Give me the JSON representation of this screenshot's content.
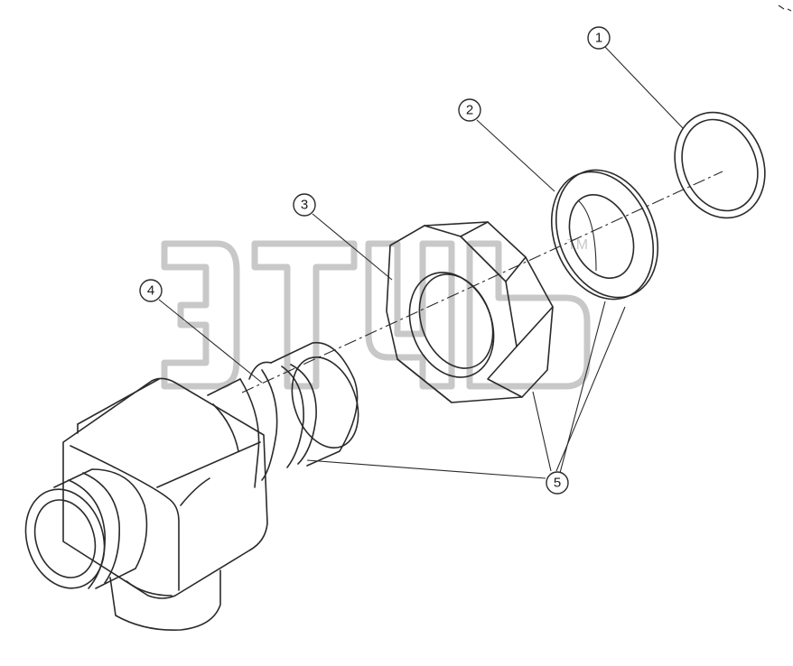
{
  "callouts": {
    "c1": "1",
    "c2": "2",
    "c3": "3",
    "c4": "4",
    "c5": "5"
  },
  "watermark": {
    "mark": "TM"
  },
  "colors": {
    "line": "#2a2a2a",
    "watermark": "#c8c8c8",
    "background": "#ffffff"
  }
}
